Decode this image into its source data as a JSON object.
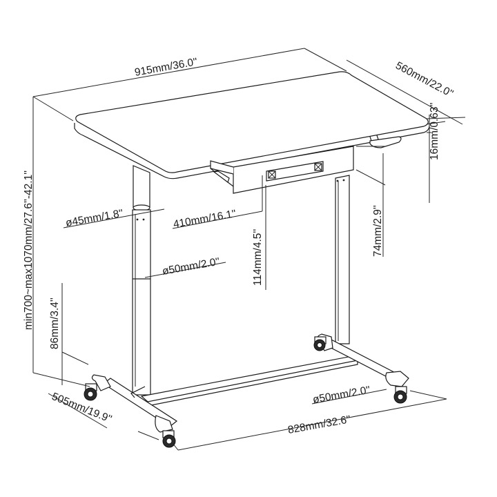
{
  "dimensions": {
    "width": "915mm/36.0''",
    "depth": "560mm/22.0''",
    "top_thickness": "16mm/0.63''",
    "column_upper": "ø45mm/1.8''",
    "column_lower": "ø50mm/2.0''",
    "drawer_width": "410mm/16.1''",
    "drawer_depth": "114mm/4.5''",
    "drawer_height": "74mm/2.9''",
    "height_range": "min700~max1070mm/27.6''-42.1''",
    "caster_height": "86mm/3.4''",
    "base_depth": "505mm/19.9''",
    "foot_tube": "ø50mm/2.0''",
    "base_width": "828mm/32.6''"
  },
  "colors": {
    "line": "#1a1a1a",
    "fill": "#ffffff",
    "shade": "#e9e9e9"
  }
}
